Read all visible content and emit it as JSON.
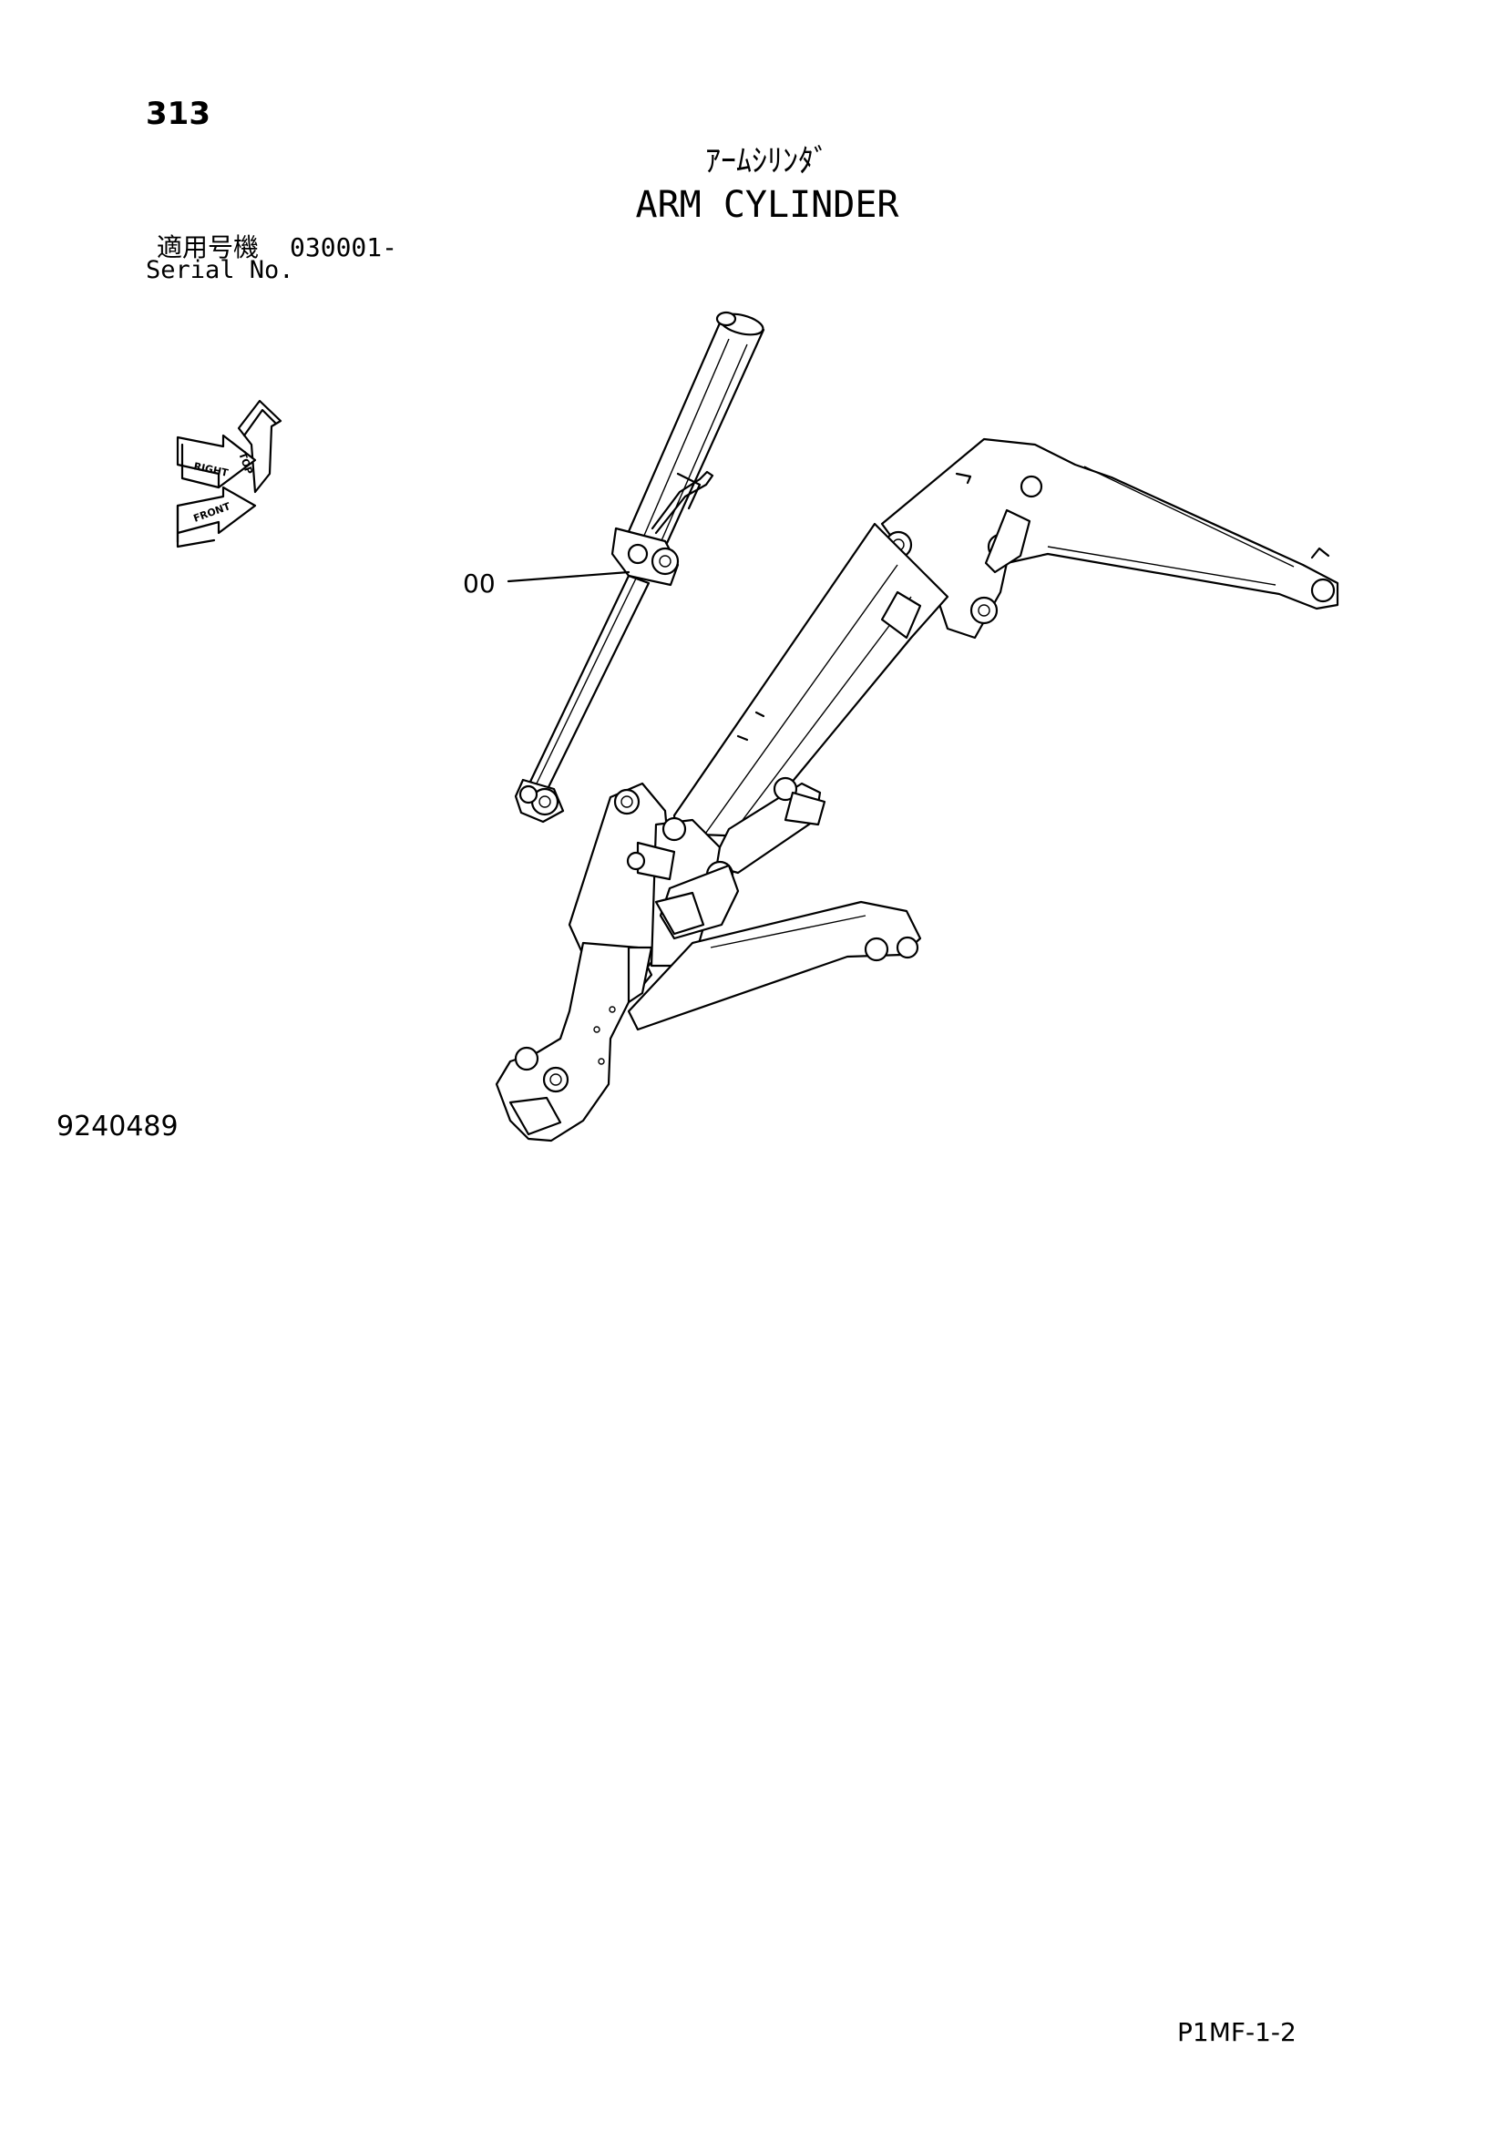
{
  "header": {
    "page_number": "313",
    "title_jp": "ｱｰﾑｼﾘﾝﾀﾞ",
    "title_en": "ARM CYLINDER"
  },
  "serial": {
    "label_jp": "適用号機",
    "value": "030001-",
    "label_en": "Serial No."
  },
  "orientation_icon": {
    "labels": [
      "TOP",
      "RIGHT",
      "FRONT"
    ]
  },
  "callouts": [
    {
      "label": "00"
    }
  ],
  "footer": {
    "drawing_number": "9240489",
    "page_code": "P1MF-1-2"
  }
}
